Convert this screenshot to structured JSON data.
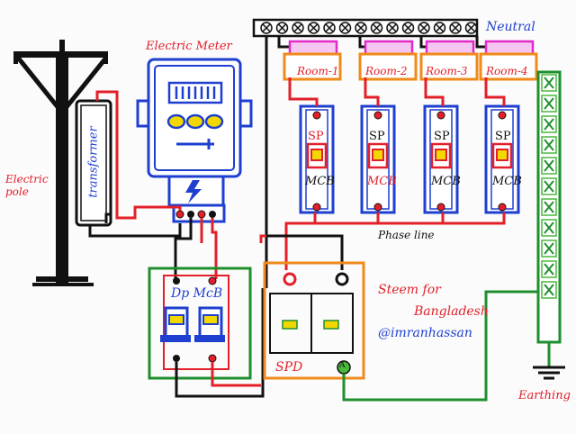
{
  "labels": {
    "electric_meter": "Electric Meter",
    "neutral": "Neutral",
    "rooms": [
      "Room-1",
      "Room-2",
      "Room-3",
      "Room-4"
    ],
    "mcb_top": "SP",
    "mcb_bottom": "MCB",
    "transformer": "transformer",
    "electric_pole": "Electric\npole",
    "phase_line": "Phase line",
    "dp_mcb": "Dp McB",
    "spd": "SPD",
    "spd_terminal": "A",
    "watermark_line1": "Steem for",
    "watermark_line2": "Bangladesh",
    "watermark_line3": "@imranhassan",
    "earthing": "Earthing"
  },
  "colors": {
    "red_wire": "#e3202a",
    "black_wire": "#111111",
    "green_wire": "#1f8f2e",
    "blue": "#1e3fd0",
    "orange": "#f08a1a",
    "magenta": "#e22ac8",
    "earth_green": "#49b83c"
  },
  "icons": [
    "electric-pole-icon",
    "lightning-icon",
    "earth-ground-icon",
    "screw-terminal-icon"
  ]
}
